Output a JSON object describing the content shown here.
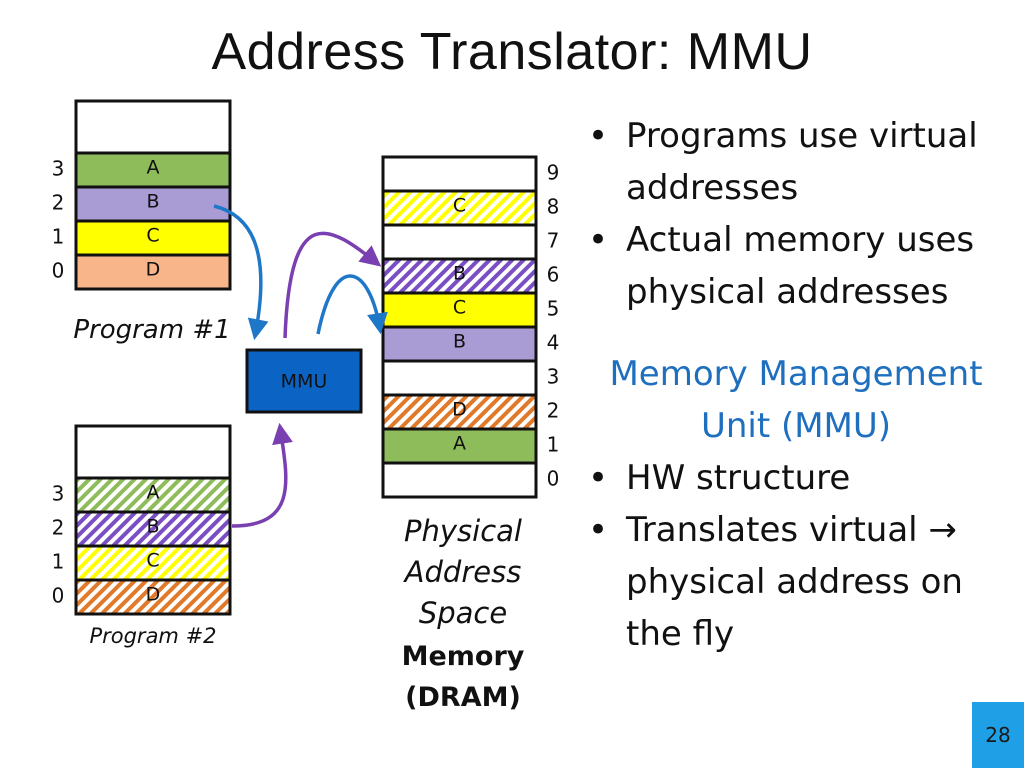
{
  "title": "Address Translator: MMU",
  "program1": {
    "caption": "Program #1",
    "indices": [
      "3",
      "2",
      "1",
      "0"
    ],
    "cells": [
      {
        "label": "A",
        "color": "#8fbc5a",
        "hatched": false
      },
      {
        "label": "B",
        "color": "#a99bd4",
        "hatched": false
      },
      {
        "label": "C",
        "color": "#ffff00",
        "hatched": false
      },
      {
        "label": "D",
        "color": "#f8b58a",
        "hatched": false
      }
    ]
  },
  "program2": {
    "caption": "Program #2",
    "indices": [
      "3",
      "2",
      "1",
      "0"
    ],
    "cells": [
      {
        "label": "A",
        "color": "#8fbc5a",
        "hatched": true
      },
      {
        "label": "B",
        "color": "#7b4fc4",
        "hatched": true
      },
      {
        "label": "C",
        "color": "#ffff00",
        "hatched": true
      },
      {
        "label": "D",
        "color": "#e07a2a",
        "hatched": true
      }
    ]
  },
  "mmu": {
    "label": "MMU",
    "color": "#0b63c4"
  },
  "physical": {
    "indices": [
      "9",
      "8",
      "7",
      "6",
      "5",
      "4",
      "3",
      "2",
      "1",
      "0"
    ],
    "cells": [
      {
        "label": "",
        "color": "#ffffff",
        "hatched": false
      },
      {
        "label": "C",
        "color": "#ffff00",
        "hatched": true
      },
      {
        "label": "",
        "color": "#ffffff",
        "hatched": false
      },
      {
        "label": "B",
        "color": "#7b4fc4",
        "hatched": true
      },
      {
        "label": "C",
        "color": "#ffff00",
        "hatched": false
      },
      {
        "label": "B",
        "color": "#a99bd4",
        "hatched": false
      },
      {
        "label": "",
        "color": "#ffffff",
        "hatched": false
      },
      {
        "label": "D",
        "color": "#e07a2a",
        "hatched": true
      },
      {
        "label": "A",
        "color": "#8fbc5a",
        "hatched": false
      },
      {
        "label": "",
        "color": "#ffffff",
        "hatched": false
      }
    ],
    "caption_lines": [
      "Physical",
      "Address",
      "Space"
    ],
    "caption_bold_lines": [
      "Memory",
      "(DRAM)"
    ]
  },
  "bullets_top": [
    "Programs use virtual addresses",
    "Actual memory uses physical addresses"
  ],
  "mmu_heading": "Memory Management Unit (MMU)",
  "bullets_bottom": [
    "HW structure",
    "Translates virtual → physical address on the fly"
  ],
  "slide_number": "28",
  "arrow_colors": {
    "blue": "#1f77c8",
    "purple": "#7a3fb0"
  }
}
